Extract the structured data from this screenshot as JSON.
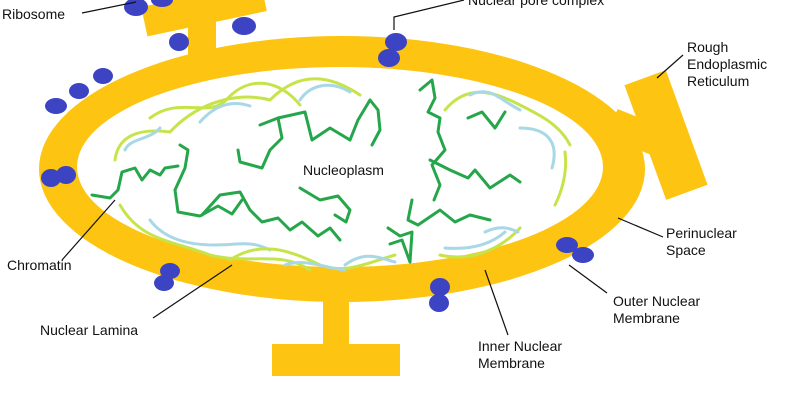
{
  "labels": {
    "ribosome": "Ribosome",
    "nuclear_pore_complex": "Nuclear pore complex",
    "rough_er_line1": "Rough",
    "rough_er_line2": "Endoplasmic",
    "rough_er_line3": "Reticulum",
    "nucleoplasm": "Nucleoplasm",
    "chromatin": "Chromatin",
    "perinuclear_line1": "Perinuclear",
    "perinuclear_line2": "Space",
    "nuclear_lamina": "Nuclear Lamina",
    "outer_membrane_line1": "Outer Nuclear",
    "outer_membrane_line2": "Membrane",
    "inner_membrane_line1": "Inner Nuclear",
    "inner_membrane_line2": "Membrane"
  },
  "colors": {
    "membrane": "#fdc411",
    "ribosome": "#3c44c3",
    "chromatin": "#25a64a",
    "lamina_light_green": "#c6e44a",
    "lamina_light_blue": "#a8d8e6",
    "leader_line": "#111111"
  }
}
